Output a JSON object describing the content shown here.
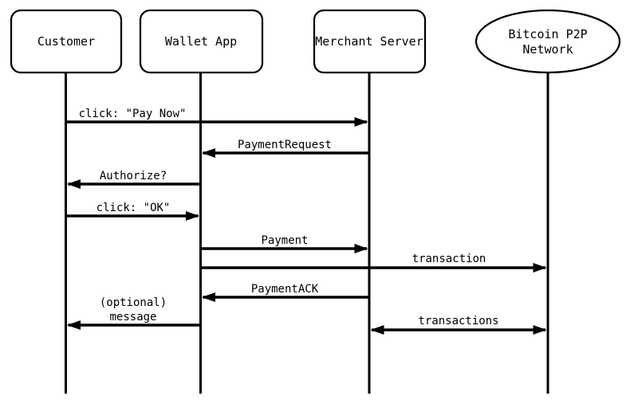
{
  "diagram": {
    "type": "sequence-diagram",
    "subject": "Bitcoin payment protocol flow",
    "colors": {
      "background": "#ffffff",
      "stroke": "#000000",
      "text": "#000000"
    }
  },
  "actors": [
    {
      "id": "customer",
      "label": "Customer",
      "shape": "rounded-rect"
    },
    {
      "id": "wallet-app",
      "label": "Wallet App",
      "shape": "rounded-rect"
    },
    {
      "id": "merchant-server",
      "label": "Merchant Server",
      "shape": "rounded-rect"
    },
    {
      "id": "bitcoin-p2p-network",
      "label": "Bitcoin P2P Network",
      "label_line1": "Bitcoin P2P",
      "label_line2": "Network",
      "shape": "ellipse"
    }
  ],
  "messages": [
    {
      "from": "customer",
      "to": "merchant-server",
      "label": "click: \"Pay Now\"",
      "arrow": "right"
    },
    {
      "from": "merchant-server",
      "to": "wallet-app",
      "label": "PaymentRequest",
      "arrow": "left"
    },
    {
      "from": "wallet-app",
      "to": "customer",
      "label": "Authorize?",
      "arrow": "left"
    },
    {
      "from": "customer",
      "to": "wallet-app",
      "label": "click: \"OK\"",
      "arrow": "right"
    },
    {
      "from": "wallet-app",
      "to": "merchant-server",
      "label": "Payment",
      "arrow": "right"
    },
    {
      "from": "wallet-app",
      "to": "bitcoin-p2p-network",
      "label": "transaction",
      "arrow": "right"
    },
    {
      "from": "merchant-server",
      "to": "wallet-app",
      "label": "PaymentACK",
      "arrow": "left"
    },
    {
      "from": "wallet-app",
      "to": "customer",
      "label": "(optional) message",
      "label_line1": "(optional)",
      "label_line2": "message",
      "arrow": "left"
    },
    {
      "from": "merchant-server",
      "to": "bitcoin-p2p-network",
      "label": "transactions",
      "arrow": "both"
    }
  ]
}
